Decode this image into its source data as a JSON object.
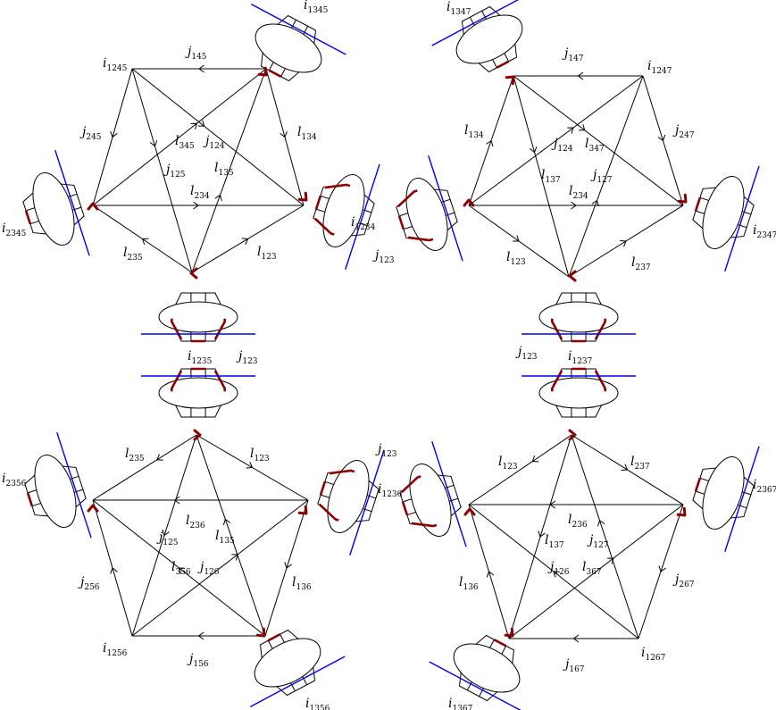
{
  "diagram": {
    "colors": {
      "edge": "#000000",
      "vertex_marker": "#8b0000",
      "cut_line": "#0000ee"
    },
    "pentagons": [
      {
        "id": "top-left",
        "edge_labels": [
          {
            "base": "j",
            "sub": "145"
          },
          {
            "base": "j",
            "sub": "245"
          },
          {
            "base": "l",
            "sub": "134"
          },
          {
            "base": "l",
            "sub": "345"
          },
          {
            "base": "j",
            "sub": "124"
          },
          {
            "base": "j",
            "sub": "125"
          },
          {
            "base": "l",
            "sub": "135"
          },
          {
            "base": "l",
            "sub": "234"
          },
          {
            "base": "l",
            "sub": "235"
          },
          {
            "base": "l",
            "sub": "123"
          }
        ],
        "node_labels": [
          {
            "base": "i",
            "sub": "1245"
          },
          {
            "base": "i",
            "sub": "1345"
          },
          {
            "base": "i",
            "sub": "2345"
          },
          {
            "base": "i",
            "sub": "1234"
          },
          {
            "base": "j",
            "sub": "123"
          },
          {
            "base": "i",
            "sub": "1235"
          },
          {
            "base": "j",
            "sub": "123"
          }
        ]
      },
      {
        "id": "top-right",
        "edge_labels": [
          {
            "base": "j",
            "sub": "147"
          },
          {
            "base": "l",
            "sub": "134"
          },
          {
            "base": "j",
            "sub": "247"
          },
          {
            "base": "j",
            "sub": "124"
          },
          {
            "base": "l",
            "sub": "347"
          },
          {
            "base": "l",
            "sub": "137"
          },
          {
            "base": "j",
            "sub": "127"
          },
          {
            "base": "l",
            "sub": "234"
          },
          {
            "base": "l",
            "sub": "123"
          },
          {
            "base": "l",
            "sub": "237"
          }
        ],
        "node_labels": [
          {
            "base": "i",
            "sub": "1347"
          },
          {
            "base": "i",
            "sub": "1247"
          },
          {
            "base": "i",
            "sub": "2347"
          },
          {
            "base": "j",
            "sub": "123"
          },
          {
            "base": "i",
            "sub": "1237"
          }
        ]
      },
      {
        "id": "bottom-left",
        "edge_labels": [
          {
            "base": "l",
            "sub": "235"
          },
          {
            "base": "l",
            "sub": "123"
          },
          {
            "base": "l",
            "sub": "236"
          },
          {
            "base": "j",
            "sub": "125"
          },
          {
            "base": "l",
            "sub": "135"
          },
          {
            "base": "l",
            "sub": "356"
          },
          {
            "base": "j",
            "sub": "126"
          },
          {
            "base": "j",
            "sub": "256"
          },
          {
            "base": "l",
            "sub": "136"
          },
          {
            "base": "j",
            "sub": "156"
          }
        ],
        "node_labels": [
          {
            "base": "i",
            "sub": "2356"
          },
          {
            "base": "j",
            "sub": "123"
          },
          {
            "base": "i",
            "sub": "1236"
          },
          {
            "base": "i",
            "sub": "1256"
          },
          {
            "base": "i",
            "sub": "1356"
          }
        ]
      },
      {
        "id": "bottom-right",
        "edge_labels": [
          {
            "base": "l",
            "sub": "123"
          },
          {
            "base": "l",
            "sub": "237"
          },
          {
            "base": "l",
            "sub": "236"
          },
          {
            "base": "l",
            "sub": "137"
          },
          {
            "base": "j",
            "sub": "127"
          },
          {
            "base": "j",
            "sub": "126"
          },
          {
            "base": "l",
            "sub": "367"
          },
          {
            "base": "l",
            "sub": "136"
          },
          {
            "base": "j",
            "sub": "267"
          },
          {
            "base": "j",
            "sub": "167"
          }
        ],
        "node_labels": [
          {
            "base": "i",
            "sub": "2367"
          },
          {
            "base": "i",
            "sub": "1267"
          },
          {
            "base": "i",
            "sub": "1367"
          }
        ]
      }
    ]
  }
}
